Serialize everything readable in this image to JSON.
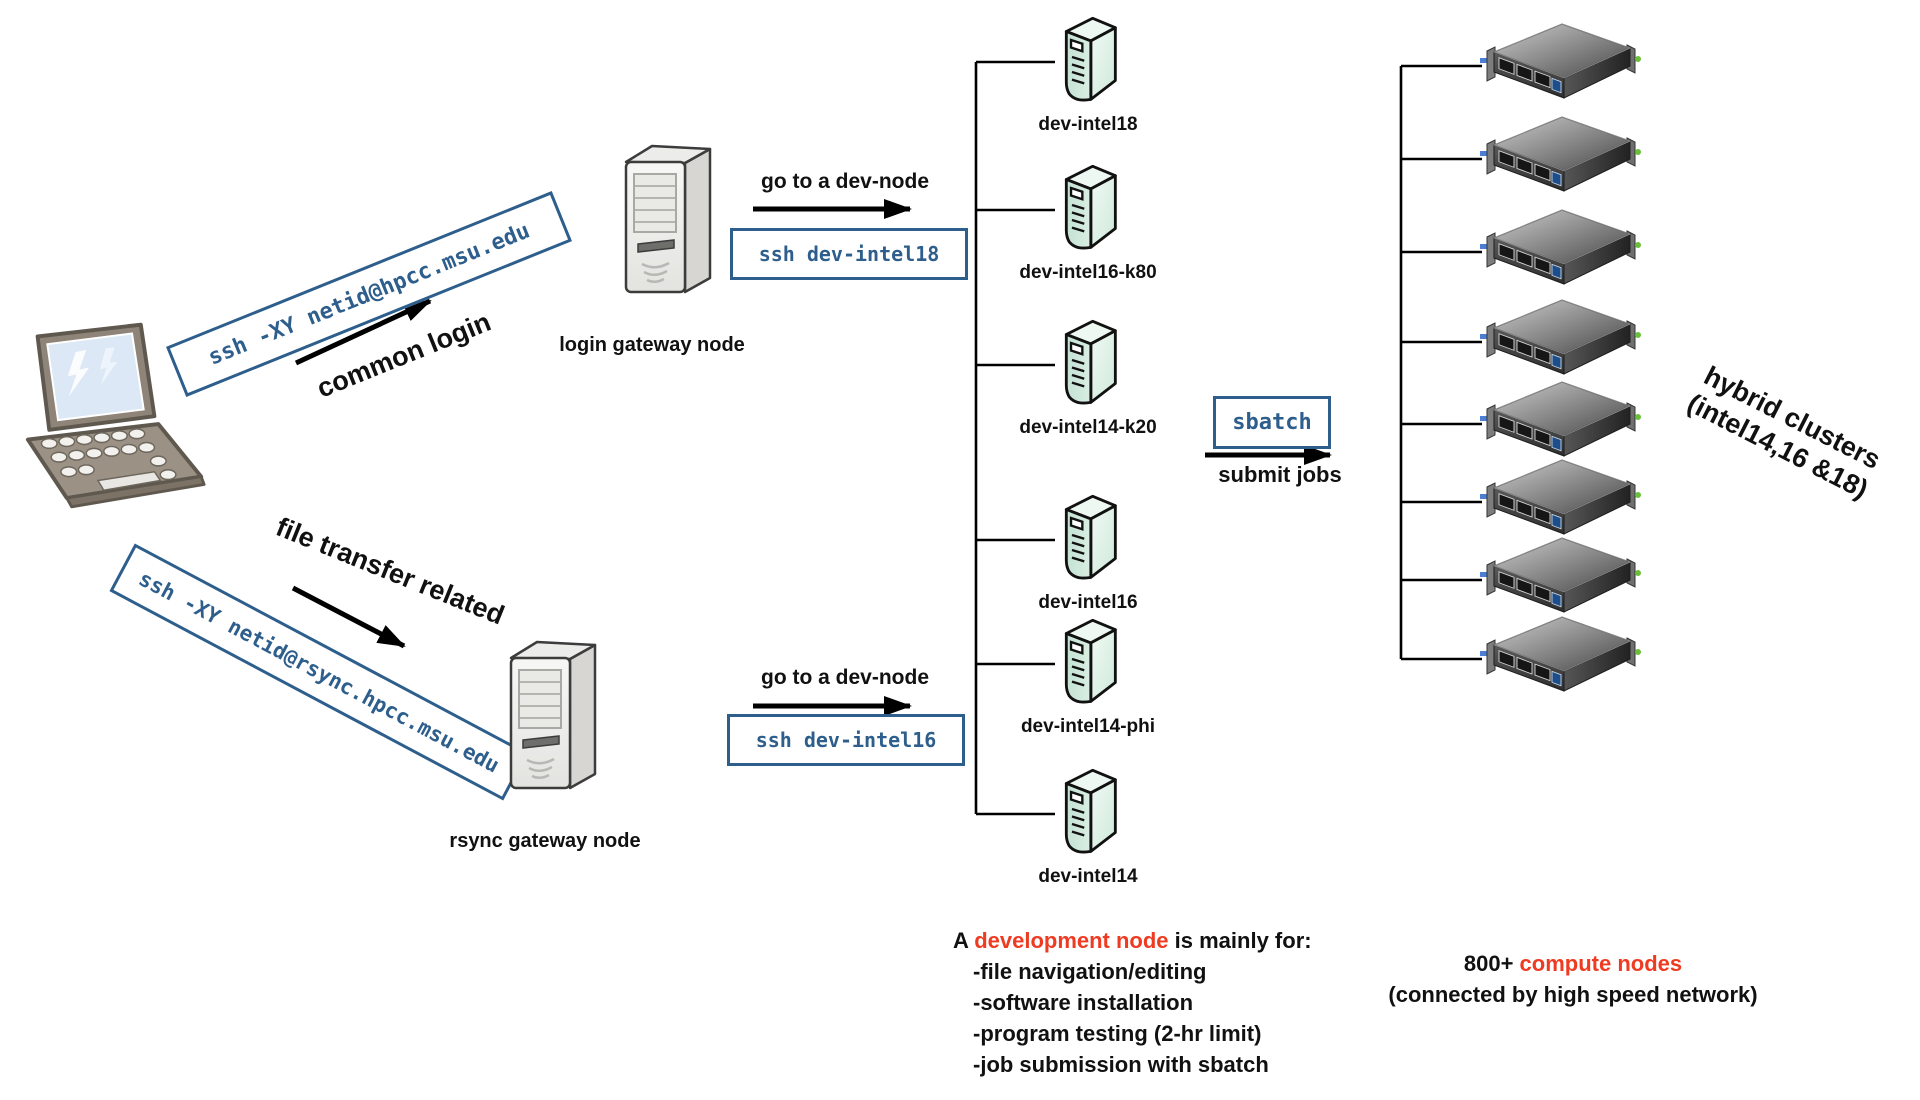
{
  "diagram_title": "HPCC cluster access diagram",
  "colors": {
    "accent_blue": "#2d5e8c",
    "highlight_red": "#ee3b22"
  },
  "client": {
    "name": "user laptop"
  },
  "login_path": {
    "command": "ssh -XY netid@hpcc.msu.edu",
    "arrow_label": "common login",
    "gateway_label": "login gateway node",
    "goto_label": "go to a dev-node",
    "ssh_box": "ssh dev-intel18"
  },
  "transfer_path": {
    "command": "ssh -XY netid@rsync.hpcc.msu.edu",
    "arrow_label": "file transfer related",
    "gateway_label": "rsync gateway node",
    "goto_label": "go to a dev-node",
    "ssh_box": "ssh dev-intel16"
  },
  "dev_nodes": [
    "dev-intel18",
    "dev-intel16-k80",
    "dev-intel14-k20",
    "dev-intel16",
    "dev-intel14-phi",
    "dev-intel14"
  ],
  "submit": {
    "command": "sbatch",
    "arrow_label": "submit jobs"
  },
  "clusters": {
    "count": 8,
    "label_line1": "hybrid clusters",
    "label_line2": "(intel14,16 &18)"
  },
  "dev_note": {
    "prefix": "A ",
    "highlight": "development node",
    "suffix": " is mainly for:",
    "items": [
      "-file navigation/editing",
      "-software installation",
      "-program testing (2-hr limit)",
      "-job submission with sbatch"
    ]
  },
  "compute_note": {
    "prefix": "800+ ",
    "highlight": "compute nodes",
    "line2": "(connected by high speed network)"
  }
}
